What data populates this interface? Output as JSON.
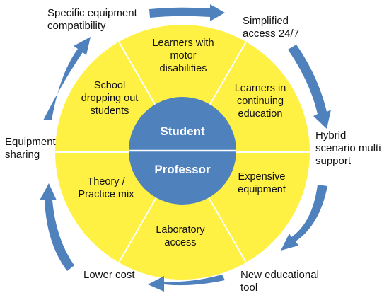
{
  "colors": {
    "wheel": "#FFF044",
    "hub": "#4F81BD",
    "arrow": "#4F81BD",
    "divider": "#FFFFFF",
    "hub_text": "#FFFFFF"
  },
  "hub": {
    "top_label": "Student",
    "bottom_label": "Professor"
  },
  "segments": [
    {
      "text": "Learners with\nmotor\ndisabilities"
    },
    {
      "text": "Learners in\ncontinuing\neducation"
    },
    {
      "text": "Expensive\nequipment"
    },
    {
      "text": "Laboratory\naccess"
    },
    {
      "text": "Theory /\nPractice mix"
    },
    {
      "text": "School\ndropping out\nstudents"
    }
  ],
  "outer_labels": [
    {
      "text": "Specific equipment\ncompatibility"
    },
    {
      "text": "Simplified\naccess 24/7"
    },
    {
      "text": "Hybrid\nscenario multi\nsupport"
    },
    {
      "text": "New educational\ntool"
    },
    {
      "text": "Lower cost"
    },
    {
      "text": "Equipment\nsharing"
    }
  ],
  "arrow_icons": [
    "arrow-top",
    "arrow-right-upper",
    "arrow-right-lower",
    "arrow-bottom",
    "arrow-left-lower",
    "arrow-left-upper"
  ]
}
